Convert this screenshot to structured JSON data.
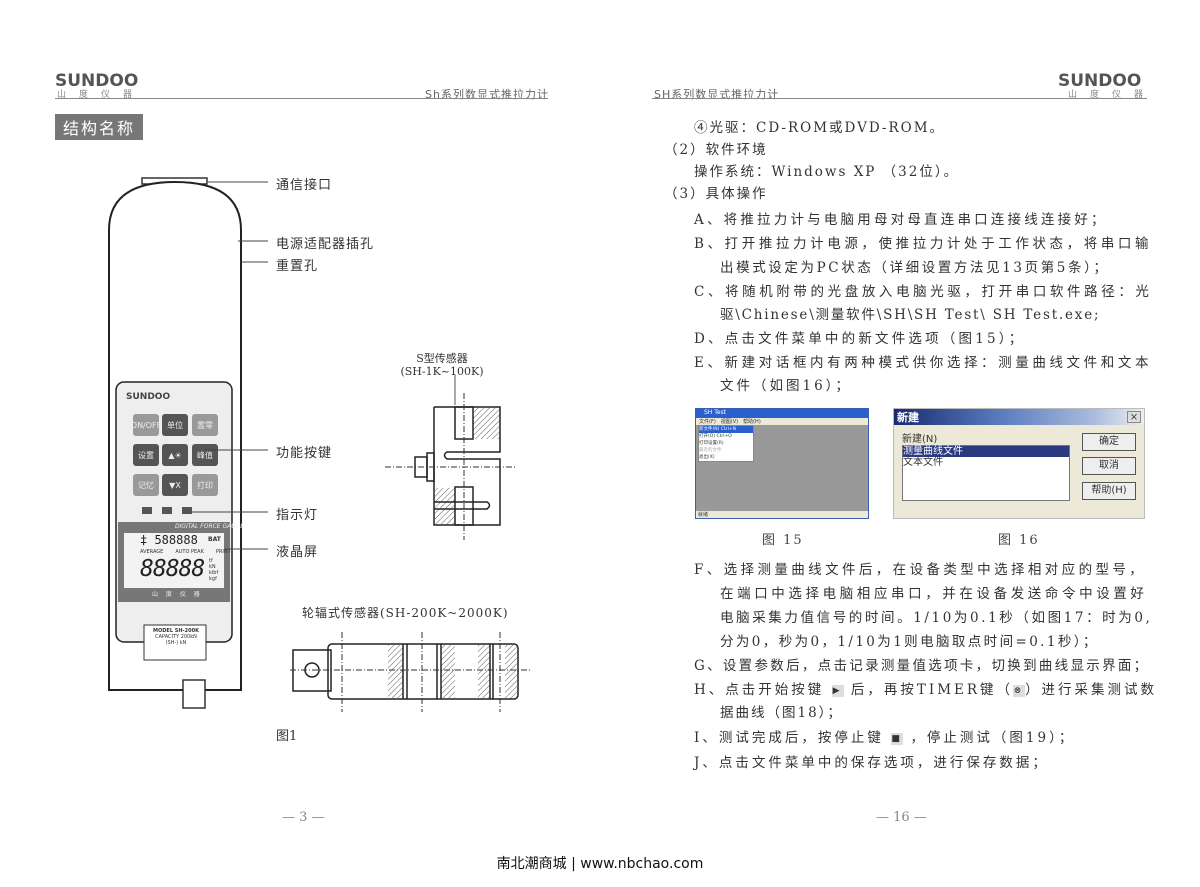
{
  "left_page": {
    "brand": "SUNDOO",
    "brand_sub": "山度仪器",
    "header": "Sh系列数显式推拉力计",
    "section_title": "结构名称",
    "callouts": [
      "通信接口",
      "电源适配器插孔",
      "重置孔",
      "功能按键",
      "指示灯",
      "液晶屏"
    ],
    "device": {
      "brand": "SUNDOO",
      "buttons": [
        "ON/OFF",
        "单位",
        "置零",
        "设置",
        "▲☀",
        "峰值",
        "记忆",
        "▼X",
        "打印"
      ],
      "lcd_title": "DIGITAL FORCE GAUGE",
      "lcd_top": "‡ 588888",
      "lcd_bat": "BAT",
      "lcd_mid": [
        "AVERAGE",
        "AUTO PEAK",
        "PRINT"
      ],
      "lcd_big": "88888",
      "lcd_units": [
        "tf",
        "kN",
        "klbf",
        "kgf"
      ],
      "lcd_footer": "山 度 仪 器",
      "model": "MODEL SH-200K",
      "capacity": "CAPACITY 200kN",
      "sub": "(SH-) kN"
    },
    "s_sensor_label": "S型传感器",
    "s_sensor_range": "(SH-1K~100K)",
    "wheel_sensor_label": "轮辐式传感器(SH-200K~2000K)",
    "figure_caption": "图1",
    "page_number": "— 3 —"
  },
  "right_page": {
    "brand": "SUNDOO",
    "brand_sub": "山度仪器",
    "header": "SH系列数显式推拉力计",
    "lines_top": [
      "④光驱：CD-ROM或DVD-ROM。",
      "（2）软件环境",
      "操作系统：Windows XP （32位）。",
      "（3）具体操作",
      "A、将推拉力计与电脑用母对母直连串口连接线连接好；",
      "B、打开推拉力计电源，使推拉力计处于工作状态，将串口输",
      "出模式设定为PC状态（详细设置方法见13页第5条）；",
      "C、将随机附带的光盘放入电脑光驱，打开串口软件路径：光",
      "驱\\Chinese\\测量软件\\SH\\SH Test\\ SH Test.exe;",
      "D、点击文件菜单中的新文件选项（图15）；",
      "E、新建对话框内有两种模式供你选择：测量曲线文件和文本",
      "文件（如图16）；"
    ],
    "fig15": {
      "title": "SH Test",
      "menus": [
        "文件(F)",
        "视图(V)",
        "帮助(H)"
      ],
      "menu_items": [
        "新文件(N)  Ctrl+N",
        "打开(O)  Ctrl+O",
        "打印设置(R)",
        "最近的文件",
        "退出(X)"
      ],
      "status": "就绪",
      "caption": "图 15"
    },
    "fig16": {
      "title": "新建",
      "label": "新建(N)",
      "options": [
        "测量曲线文件",
        "文本文件"
      ],
      "buttons": [
        "确定",
        "取消",
        "帮助(H)"
      ],
      "caption": "图 16"
    },
    "lines_bottom": [
      "F、选择测量曲线文件后，在设备类型中选择相对应的型号，",
      "在端口中选择电脑相应串口，并在设备发送命令中设置好",
      "电脑采集力值信号的时间。1/10为0.1秒（如图17：时为0,",
      "分为0，秒为0，1/10为1则电脑取点时间=0.1秒）；",
      "G、设置参数后，点击记录测量值选项卡，切换到曲线显示界面；"
    ],
    "line_h1": "H、点击开始按键",
    "line_h2": "后，再按TIMER键（",
    "line_h3": "）进行采集测试数",
    "line_h4": "据曲线（图18）；",
    "line_i1": "I、测试完成后，按停止键",
    "line_i2": "，停止测试（图19）；",
    "line_j": "J、点击文件菜单中的保存选项，进行保存数据；",
    "page_number": "— 16 —"
  },
  "footer": "南北潮商城 | www.nbchao.com"
}
